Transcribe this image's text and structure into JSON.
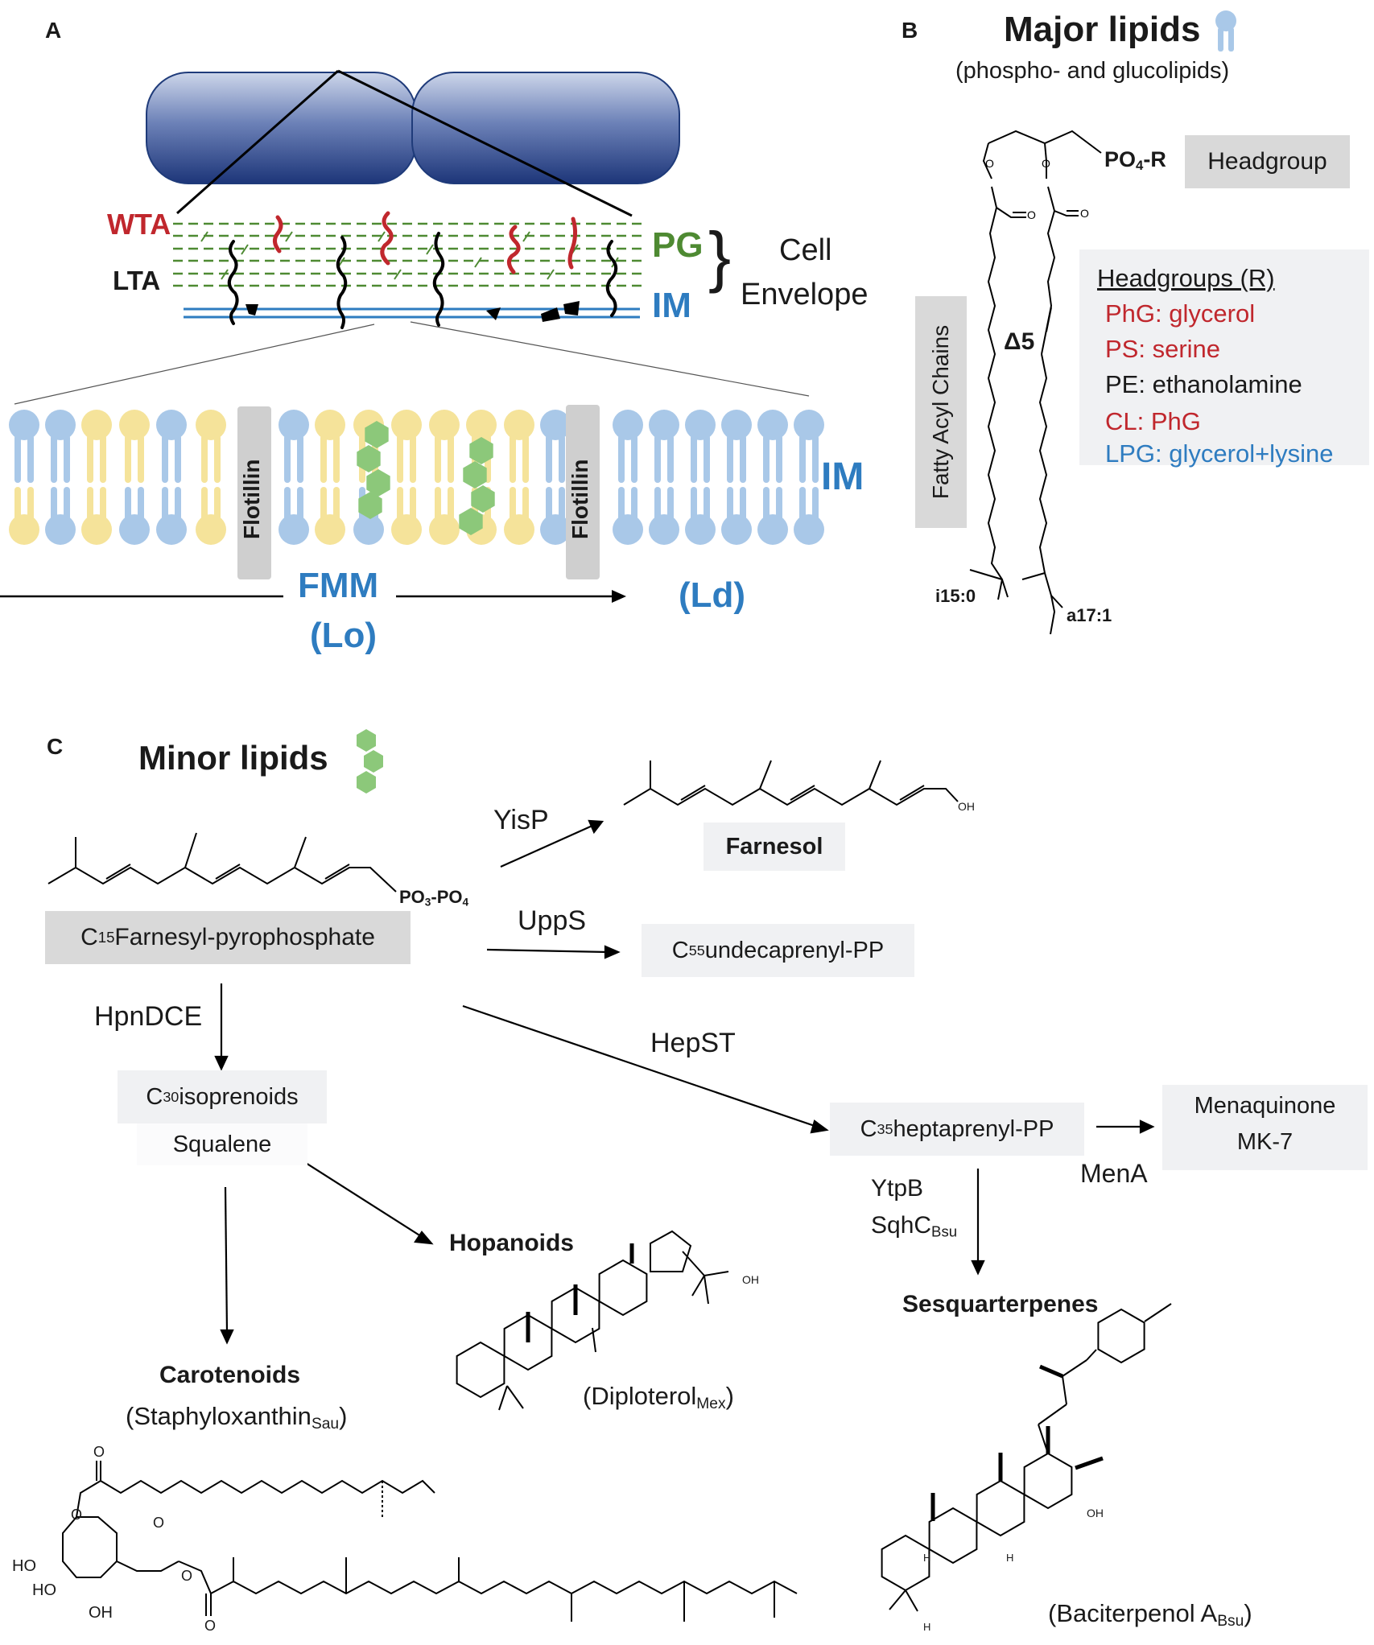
{
  "panelA": {
    "label": "A",
    "wta": "WTA",
    "lta": "LTA",
    "pg": "PG",
    "im": "IM",
    "envelope_line1": "Cell",
    "envelope_line2": "Envelope",
    "flotillin": "Flotillin",
    "im_membrane": "IM",
    "fmm": "FMM",
    "lo": "(Lo)",
    "ld": "(Ld)"
  },
  "panelB": {
    "label": "B",
    "title": "Major lipids",
    "subtitle": "(phospho- and glucolipids)",
    "po4": "PO",
    "po4_sub": "4",
    "po4_suffix": "-R",
    "headgroup": "Headgroup",
    "delta": "Δ5",
    "fatty_acyl": "Fatty Acyl Chains",
    "i15": "i15:0",
    "a17": "a17:1",
    "headgroups_title": "Headgroups (R)",
    "headgroups": [
      {
        "text": "PhG: glycerol",
        "color": "#c0272d"
      },
      {
        "text": "PS: serine",
        "color": "#c0272d"
      },
      {
        "text": "PE: ethanolamine",
        "color": "#1a1a1a"
      },
      {
        "text": "CL: PhG",
        "color": "#c0272d"
      },
      {
        "text": "LPG: glycerol+lysine",
        "color": "#2e7cc0"
      }
    ]
  },
  "panelC": {
    "label": "C",
    "title": "Minor lipids",
    "fpp_pre": "C",
    "fpp_sub": "15",
    "fpp_post": " Farnesyl-pyrophosphate",
    "fpp_group_a": "PO",
    "fpp_group_a_sub": "3",
    "fpp_group_b": "-PO",
    "fpp_group_b_sub": "4",
    "yisp": "YisP",
    "farnesol": "Farnesol",
    "oh": "OH",
    "upps": "UppS",
    "und_pre": "C",
    "und_sub": "55",
    "und_post": " undecaprenyl-PP",
    "hpndce": "HpnDCE",
    "hepst": "HepST",
    "iso_pre": "C",
    "iso_sub": "30",
    "iso_post": " isoprenoids",
    "squalene": "Squalene",
    "hep_pre": "C",
    "hep_sub": "35",
    "hep_post": " heptaprenyl-PP",
    "menaquinone_line1": "Menaquinone",
    "menaquinone_line2": "MK-7",
    "mena": "MenA",
    "ytpb": "YtpB",
    "sqhc": "SqhC",
    "sqhc_sub": "Bsu",
    "hopanoids": "Hopanoids",
    "diploterol": "(Diploterol",
    "diploterol_sub": "Mex",
    "diploterol_end": ")",
    "carotenoids": "Carotenoids",
    "staph": "(Staphyloxanthin",
    "staph_sub": "Sau",
    "staph_end": ")",
    "sesquarterpenes": "Sesquarterpenes",
    "baciterpenol": "(Baciterpenol A",
    "baciterpenol_sub": "Bsu",
    "baciterpenol_end": ")",
    "ho": "HO",
    "h": "H",
    "o": "O"
  },
  "colors": {
    "red": "#c0272d",
    "blue": "#2e7cc0",
    "green": "#4e8a32",
    "cell_dark": "#1f3b7a",
    "lipid_blue": "#a9c8e8",
    "lipid_yellow": "#f5e39a",
    "hopanoid_green": "#8cc87a"
  }
}
